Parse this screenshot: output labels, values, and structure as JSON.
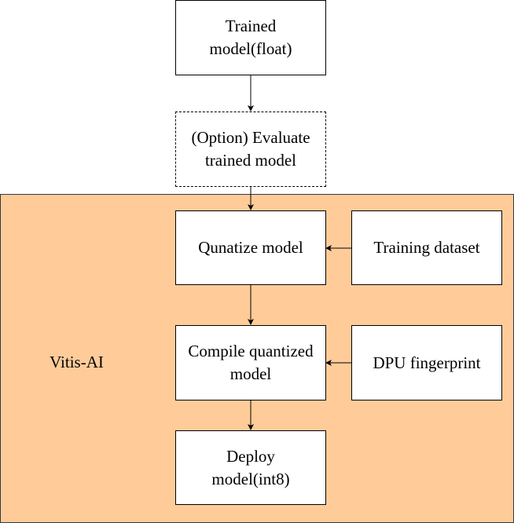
{
  "diagram": {
    "colors": {
      "region_fill": "#ffcc99",
      "box_fill": "#ffffff",
      "stroke": "#000000"
    },
    "region": {
      "label": "Vitis-AI"
    },
    "nodes": {
      "trained_model": {
        "label": "Trained\nmodel(float)"
      },
      "evaluate_model": {
        "label": "(Option) Evaluate\ntrained model",
        "style": "dashed"
      },
      "quantize_model": {
        "label": "Qunatize model"
      },
      "training_dataset": {
        "label": "Training dataset"
      },
      "compile_model": {
        "label": "Compile quantized\nmodel"
      },
      "dpu_fingerprint": {
        "label": "DPU fingerprint"
      },
      "deploy_model": {
        "label": "Deploy\nmodel(int8)"
      }
    },
    "edges": [
      {
        "from": "trained_model",
        "to": "evaluate_model"
      },
      {
        "from": "evaluate_model",
        "to": "quantize_model"
      },
      {
        "from": "training_dataset",
        "to": "quantize_model"
      },
      {
        "from": "quantize_model",
        "to": "compile_model"
      },
      {
        "from": "dpu_fingerprint",
        "to": "compile_model"
      },
      {
        "from": "compile_model",
        "to": "deploy_model"
      }
    ]
  }
}
